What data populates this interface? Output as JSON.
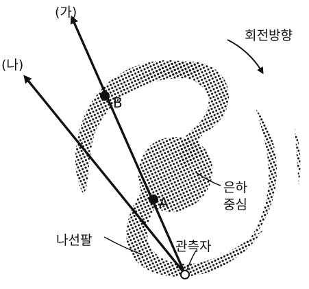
{
  "labels": {
    "ray_ga": "(가)",
    "ray_na": "(나)",
    "rotation_direction": "회전방향",
    "point_b": "B",
    "point_a": "A",
    "galactic_center_line1": "은하",
    "galactic_center_line2": "중심",
    "spiral_arm": "나선팔",
    "observer": "관측자"
  },
  "colors": {
    "ink": "#111111",
    "background": "#ffffff"
  }
}
